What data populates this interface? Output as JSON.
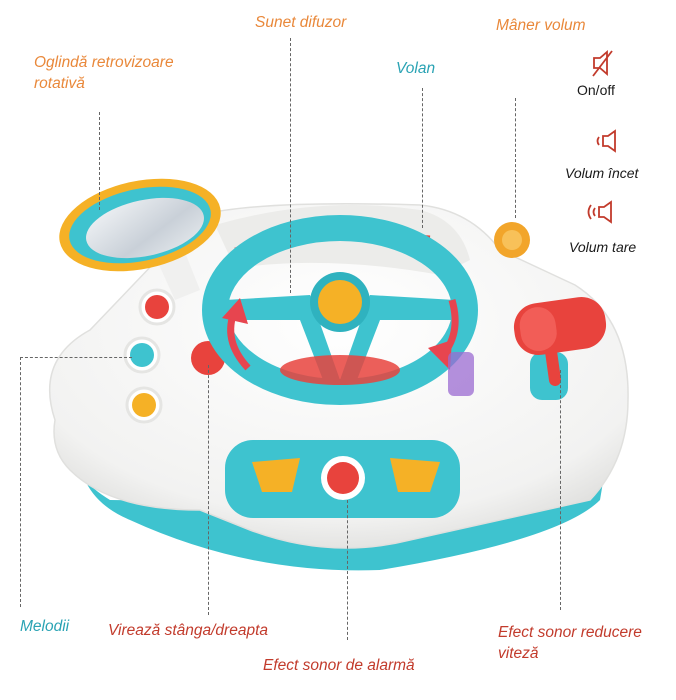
{
  "labels": {
    "mirror": "Oglindă retrovizoare\nrotativă",
    "speaker": "Sunet difuzor",
    "wheel": "Volan",
    "volume_handle": "Mâner volum",
    "on_off": "On/off",
    "volume_low": "Volum încet",
    "volume_high": "Volum tare",
    "melodies": "Melodii",
    "turn": "Virează stânga/dreapta",
    "alarm": "Efect sonor de alarmă",
    "speed": "Efect sonor reducere\nviteză"
  },
  "icons": {
    "on_off": "speaker-muted-icon",
    "volume_low": "speaker-low-icon",
    "volume_high": "speaker-high-icon"
  },
  "colors": {
    "orange_label": "#e9883a",
    "teal_label": "#2aa3b4",
    "red_label": "#c23b2c",
    "toy_teal": "#3ec3cf",
    "toy_yellow": "#f5b126",
    "toy_red": "#e8433d",
    "arrow_red": "#e7454f"
  }
}
